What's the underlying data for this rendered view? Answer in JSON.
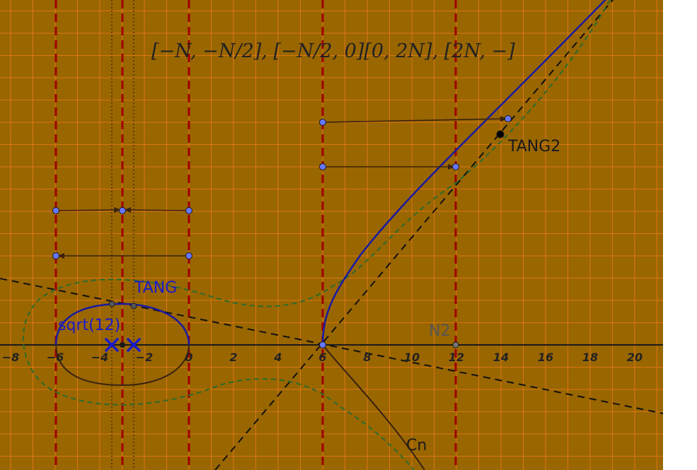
{
  "colors": {
    "background": "#996600",
    "grid": "#ff7f1f",
    "axis": "#1a1a1a",
    "vertical_dashed": "#a00000",
    "curve_blue": "#1a1aa0",
    "curve_dark": "#3a2210",
    "dashed_green": "#2d6b2d",
    "point_fill": "#6677ff",
    "cross": "#1a1acc"
  },
  "axis": {
    "x_ticks": [
      "−8",
      "−6",
      "−4",
      "−2",
      "0",
      "2",
      "4",
      "6",
      "8",
      "10",
      "12",
      "14",
      "16",
      "18",
      "20"
    ]
  },
  "formula": "[−N, −N/2], [−N/2, 0][0, 2N], [2N, −]",
  "labels": {
    "tang": "TANG",
    "sqrt12": "sqrt(12)",
    "tang2": "TANG2",
    "n2": "N2",
    "cn": "Cn"
  }
}
